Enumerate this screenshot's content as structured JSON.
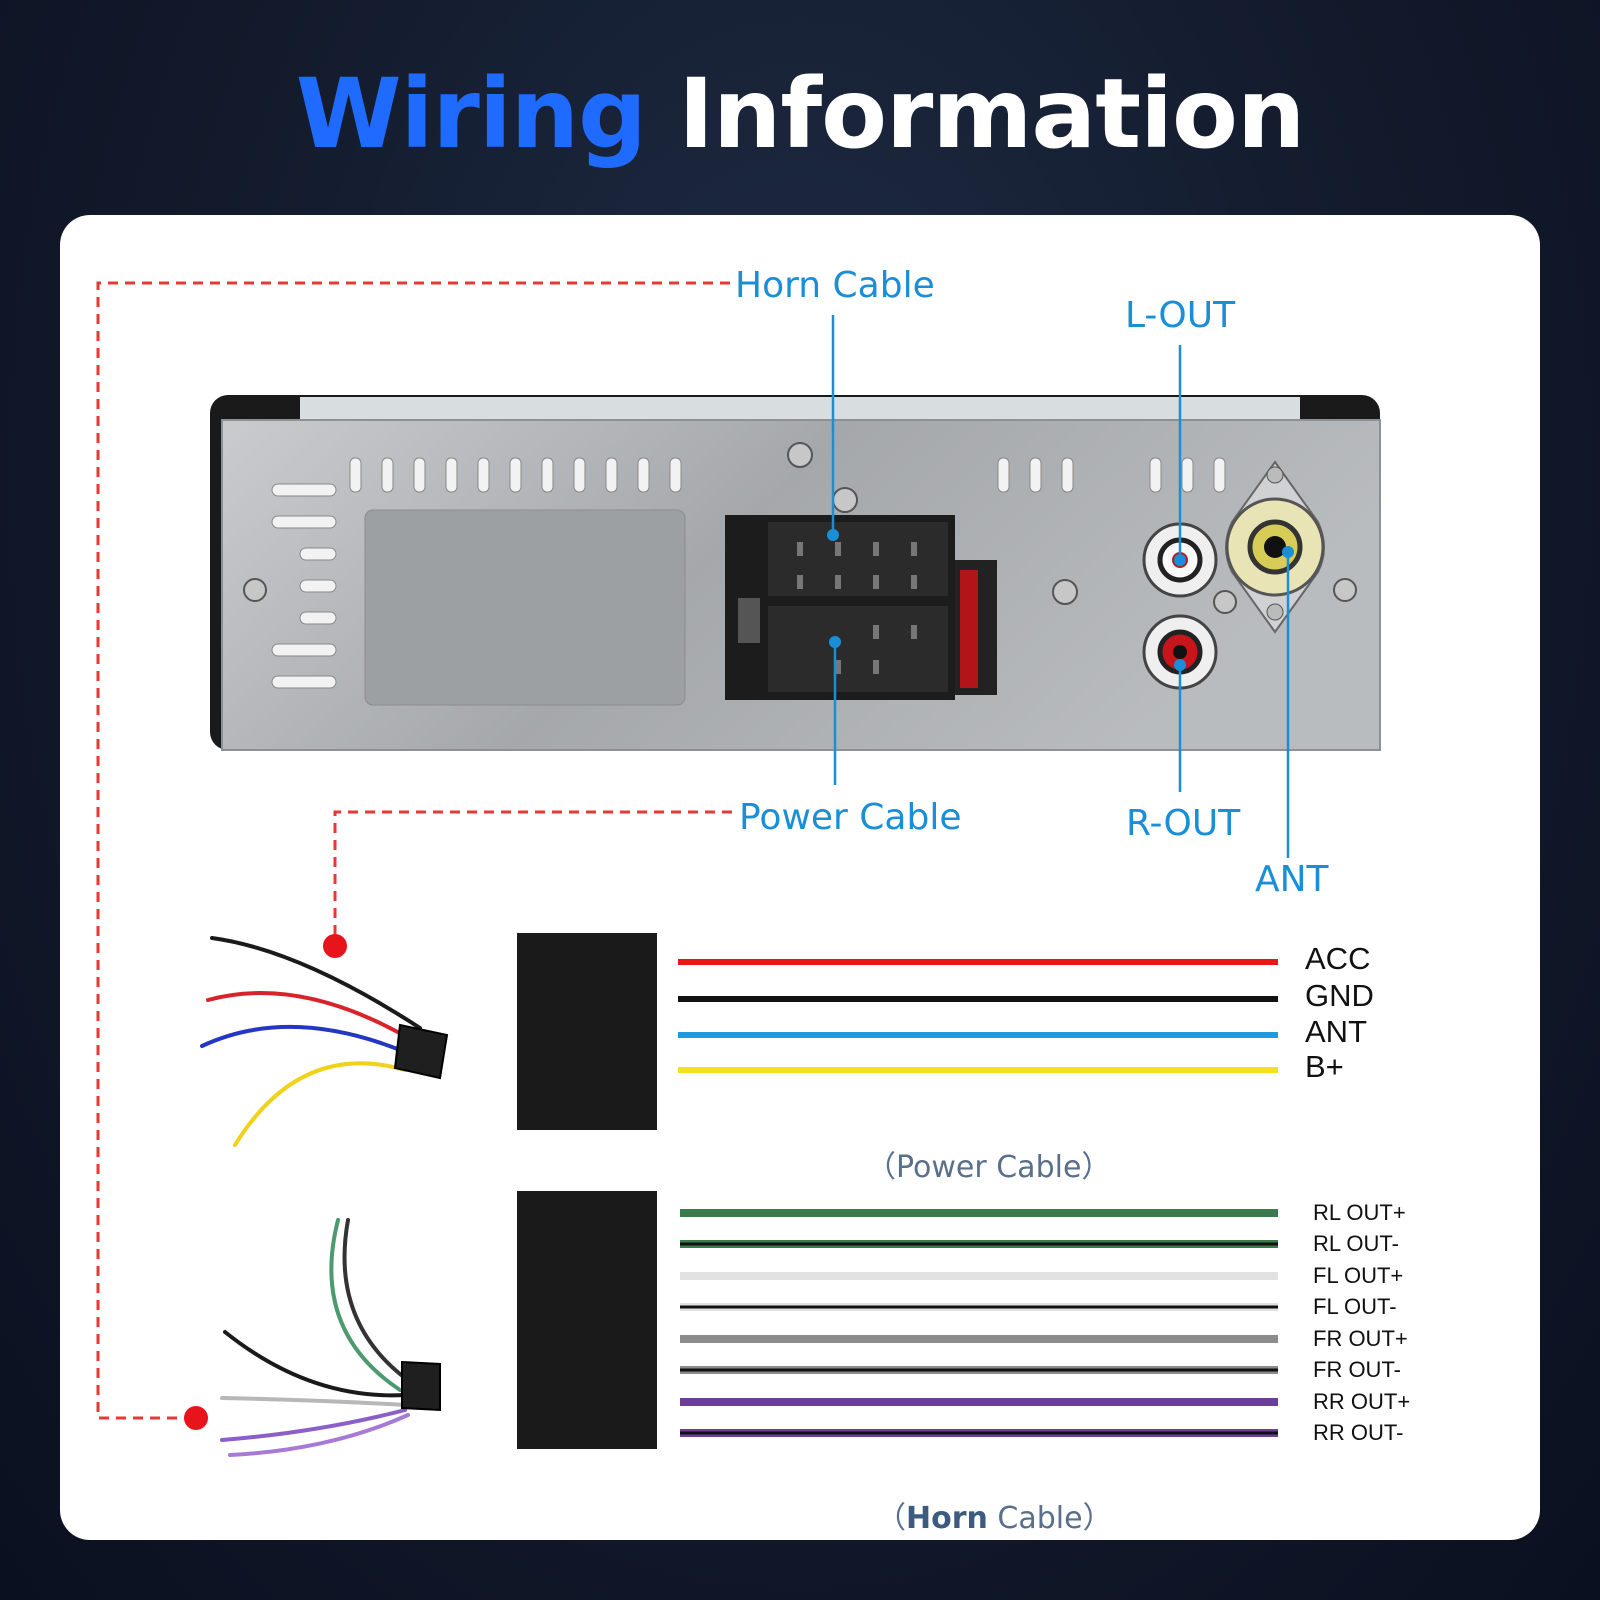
{
  "title": {
    "part1": "Wiring",
    "part2": "Information"
  },
  "labels": {
    "horn_cable": "Horn Cable",
    "power_cable": "Power Cable",
    "l_out": "L-OUT",
    "r_out": "R-OUT",
    "ant": "ANT"
  },
  "power_wires": [
    {
      "label": "ACC",
      "color": "#e8161b"
    },
    {
      "label": "GND",
      "color": "#111111"
    },
    {
      "label": "ANT",
      "color": "#1e9be0"
    },
    {
      "label": "B+",
      "color": "#f3e21a"
    }
  ],
  "power_caption": {
    "open": "（",
    "text": "Power Cable",
    "close": "）"
  },
  "horn_wires": [
    {
      "label": "RL OUT+",
      "color": "#3c7a4c"
    },
    {
      "label": "RL OUT-",
      "color": "#3c7a4c"
    },
    {
      "label": "FL OUT+",
      "color": "#e2e2e2"
    },
    {
      "label": "FL OUT-",
      "color": "#e2e2e2"
    },
    {
      "label": "FR OUT+",
      "color": "#8c8c8c"
    },
    {
      "label": "FR OUT-",
      "color": "#8c8c8c"
    },
    {
      "label": "RR OUT+",
      "color": "#6b3f96"
    },
    {
      "label": "RR OUT-",
      "color": "#6b3f96"
    }
  ],
  "horn_caption": {
    "open": "（",
    "bold": "Horn",
    "text": " Cable",
    "close": "）"
  },
  "colors": {
    "accent": "#1f6bff",
    "label_blue": "#1a8fd8",
    "dash_red": "#e53935"
  }
}
